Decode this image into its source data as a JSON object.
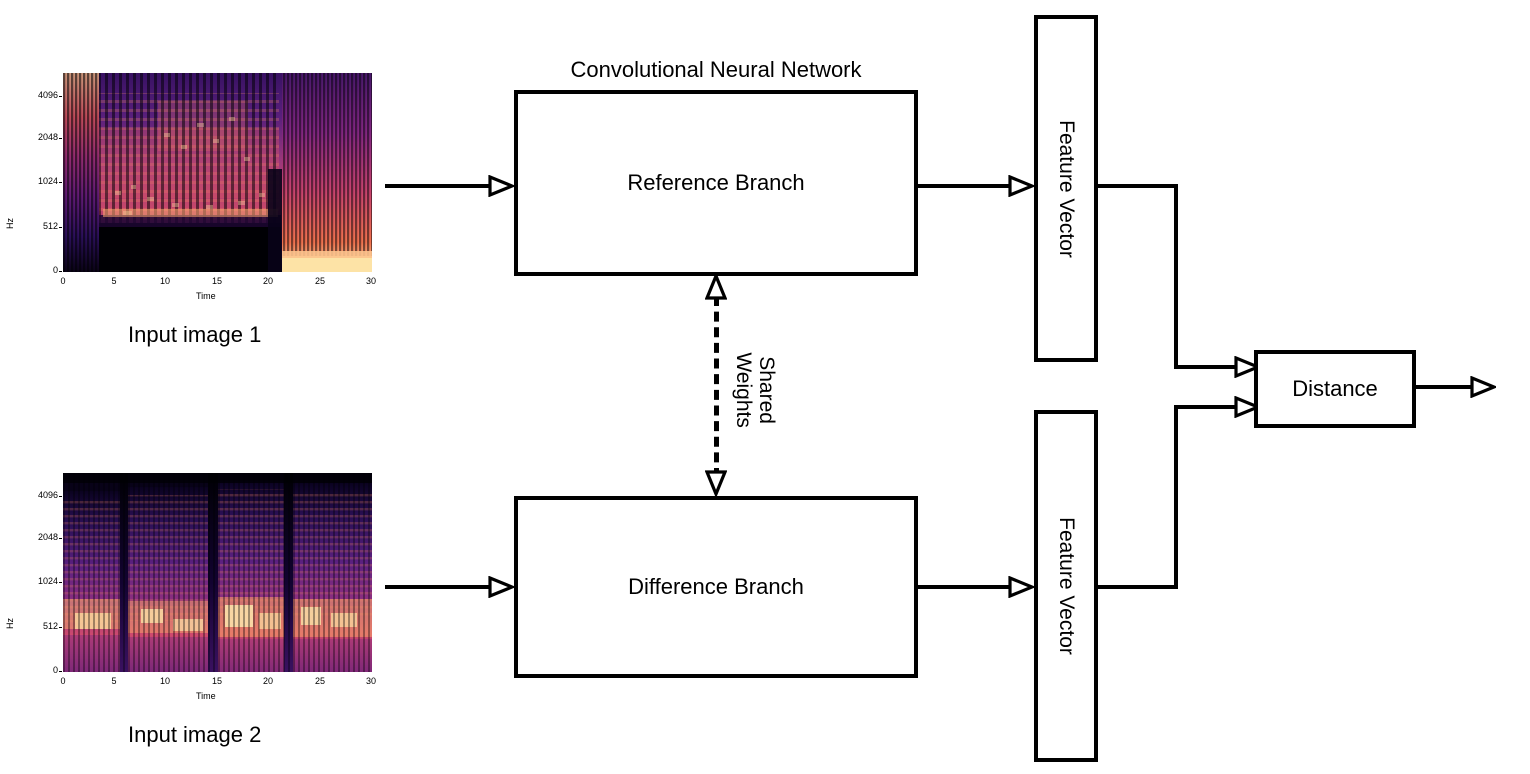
{
  "diagram": {
    "title": "Convolutional Neural Network",
    "shared_weights_label": "Shared\nWeights",
    "shared_weights_line1": "Shared",
    "shared_weights_line2": "Weights",
    "branches": {
      "reference": "Reference Branch",
      "difference": "Difference Branch"
    },
    "feature_vector_label_top": "Feature Vector",
    "feature_vector_label_bottom": "Feature Vector",
    "distance_label": "Distance"
  },
  "inputs": [
    {
      "caption": "Input image 1",
      "axis": {
        "ylabel": "Hz",
        "xlabel": "Time",
        "yticks": [
          "4096",
          "2048",
          "1024",
          "512",
          "0"
        ],
        "xticks": [
          "0",
          "5",
          "10",
          "15",
          "20",
          "25",
          "30"
        ]
      }
    },
    {
      "caption": "Input image 2",
      "axis": {
        "ylabel": "Hz",
        "xlabel": "Time",
        "yticks": [
          "4096",
          "2048",
          "1024",
          "512",
          "0"
        ],
        "xticks": [
          "0",
          "5",
          "10",
          "15",
          "20",
          "25",
          "30"
        ]
      }
    }
  ],
  "colors": {
    "stroke": "#000000",
    "background": "#ffffff",
    "spectrogram_low": "#000004",
    "spectrogram_mid": "#b5367a",
    "spectrogram_high": "#fcfdbf"
  },
  "chart_data": [
    {
      "type": "heatmap",
      "title": "Input image 1",
      "xlabel": "Time",
      "ylabel": "Hz",
      "xlim": [
        0,
        30
      ],
      "xticks": [
        0,
        5,
        10,
        15,
        20,
        25,
        30
      ],
      "yticks": [
        0,
        512,
        1024,
        2048,
        4096
      ],
      "ytick_scale": "log-ish mel",
      "colormap": "magma",
      "grid": false,
      "legend": "none",
      "description": "Speech spectrogram: dense harmonic energy 0-21s with strong low-band silence band below ~300Hz from 4s to 21s; bright broadband noise segment 21.5-30s saturating the lowest frequency bin."
    },
    {
      "type": "heatmap",
      "title": "Input image 2",
      "xlabel": "Time",
      "ylabel": "Hz",
      "xlim": [
        0,
        30
      ],
      "xticks": [
        0,
        5,
        10,
        15,
        20,
        25,
        30
      ],
      "yticks": [
        0,
        512,
        1024,
        2048,
        4096
      ],
      "ytick_scale": "log-ish mel",
      "colormap": "magma",
      "grid": false,
      "legend": "none",
      "description": "Speech spectrogram with four utterance blocks separated by quiet gaps near 5.5s, 14s and 21.5s; strongest energy concentrated below ~700Hz with harmonic stacks up to ~2048Hz."
    }
  ]
}
